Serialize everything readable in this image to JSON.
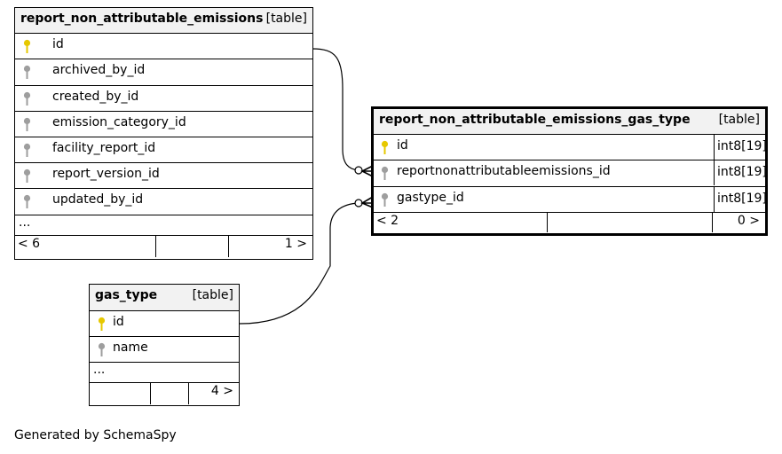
{
  "colors": {
    "primary_key": "#e6c800",
    "foreign_key": "#9e9e9e",
    "header_bg": "#f2f2f2"
  },
  "tables": {
    "rnae": {
      "name": "report_non_attributable_emissions",
      "kind": "[table]",
      "columns": [
        {
          "name": "id",
          "key": "primary"
        },
        {
          "name": "archived_by_id",
          "key": "foreign"
        },
        {
          "name": "created_by_id",
          "key": "foreign"
        },
        {
          "name": "emission_category_id",
          "key": "foreign"
        },
        {
          "name": "facility_report_id",
          "key": "foreign"
        },
        {
          "name": "report_version_id",
          "key": "foreign"
        },
        {
          "name": "updated_by_id",
          "key": "foreign"
        }
      ],
      "ellipsis": "...",
      "footer": {
        "left": "< 6",
        "right": "1 >"
      }
    },
    "rnaegt": {
      "name": "report_non_attributable_emissions_gas_type",
      "kind": "[table]",
      "columns": [
        {
          "name": "id",
          "type": "int8[19]",
          "key": "primary"
        },
        {
          "name": "reportnonattributableemissions_id",
          "type": "int8[19]",
          "key": "foreign"
        },
        {
          "name": "gastype_id",
          "type": "int8[19]",
          "key": "foreign"
        }
      ],
      "footer": {
        "left": "< 2",
        "right": "0 >"
      }
    },
    "gas_type": {
      "name": "gas_type",
      "kind": "[table]",
      "columns": [
        {
          "name": "id",
          "key": "primary"
        },
        {
          "name": "name",
          "key": "foreign"
        }
      ],
      "ellipsis": "...",
      "footer": {
        "left": "",
        "right": "4 >"
      }
    }
  },
  "generated_by": "Generated by SchemaSpy"
}
